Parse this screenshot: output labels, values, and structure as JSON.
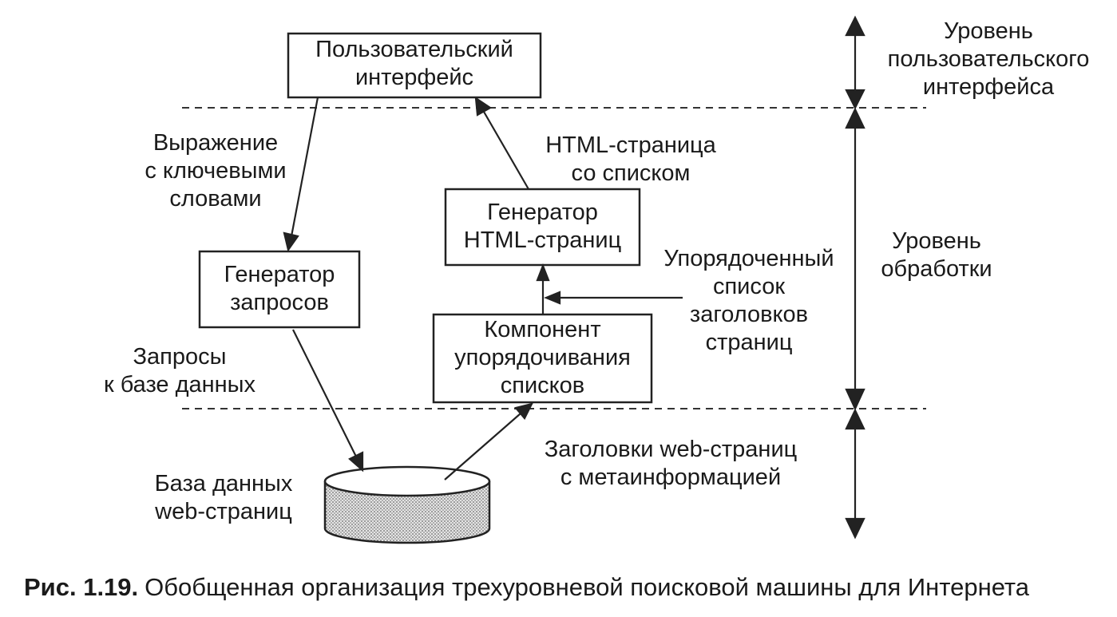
{
  "blocks": {
    "user_interface": "Пользовательский\nинтерфейс",
    "query_generator": "Генератор\nзапросов",
    "html_generator": "Генератор\nHTML-страниц",
    "sorting_component": "Компонент\nупорядочивания\nсписков",
    "database": "База данных\nweb-страниц"
  },
  "flows": {
    "keyword_expression": "Выражение\nс ключевыми\nсловами",
    "html_page_list": "HTML-страница\nсо списком",
    "sorted_titles": "Упорядоченный\nсписок\nзаголовков\nстраниц",
    "db_queries": "Запросы\nк базе данных",
    "page_titles_meta": "Заголовки web-страниц\nс метаинформацией"
  },
  "levels": {
    "ui_level": "Уровень\nпользовательского\nинтерфейса",
    "processing_level": "Уровень\nобработки"
  },
  "caption": {
    "number": "Рис. 1.19.",
    "text": "Обобщенная организация трехуровневой поисковой машины для Интернета"
  }
}
